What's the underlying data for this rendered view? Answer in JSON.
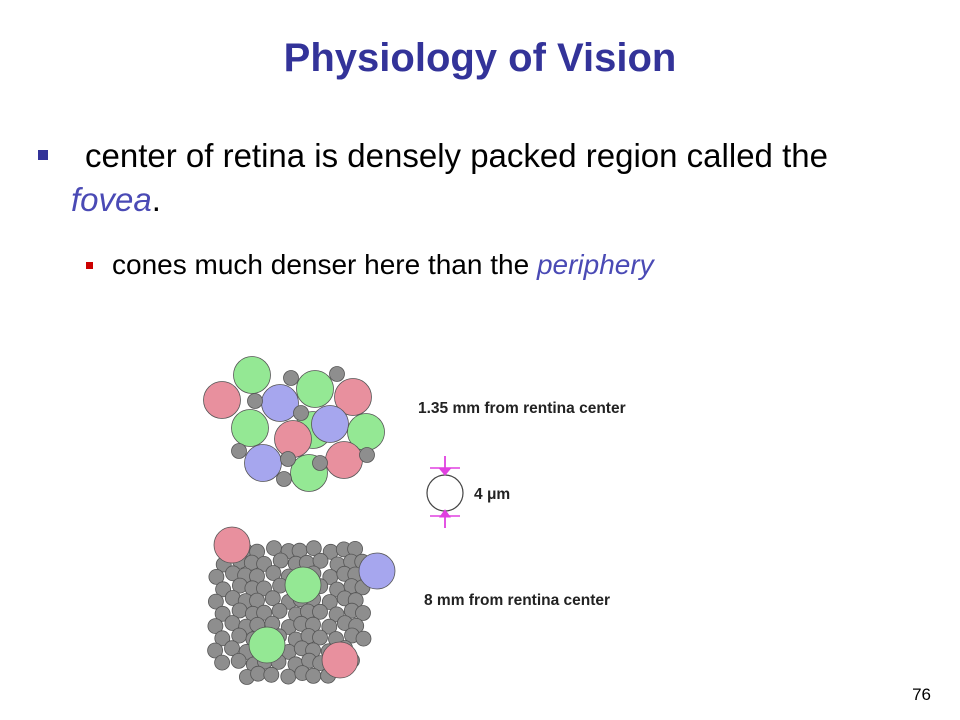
{
  "slide": {
    "title": "Physiology of Vision",
    "bullet_main_prefix": " center of retina is densely packed region called the ",
    "bullet_main_em": "fovea",
    "bullet_main_suffix": ".",
    "bullet_sub_prefix": "cones much denser here than the ",
    "bullet_sub_em": "periphery",
    "page_number": "76"
  },
  "figure": {
    "label_top": "1.35 mm from rentina center",
    "label_scale_value": "4 ",
    "label_scale_unit": "μm",
    "label_bottom": "8 mm from rentina center",
    "colors": {
      "pink": "#e8909e",
      "green": "#94e894",
      "blue": "#a6a6ee",
      "gray": "#8e8e8e",
      "marker": "#e040e0"
    }
  }
}
